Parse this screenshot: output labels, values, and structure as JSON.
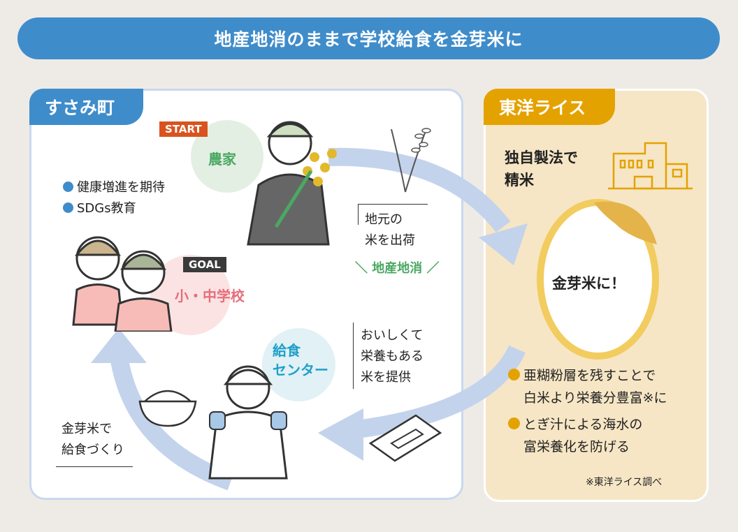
{
  "title": "地産地消のままで学校給食を金芽米に",
  "left_panel": {
    "tag": "すさみ町",
    "farmer": {
      "flag": "START",
      "label": "農家"
    },
    "school": {
      "flag": "GOAL",
      "label": "小・中学校"
    },
    "benefits": [
      "健康増進を期待",
      "SDGs教育"
    ],
    "ship_note": [
      "地元の",
      "米を出荷"
    ],
    "local_label": "地産地消",
    "center": {
      "label_lines": [
        "給食",
        "センター"
      ]
    },
    "supply_note": [
      "おいしくて",
      "栄養もある",
      "米を提供"
    ],
    "cooking_note": [
      "金芽米で",
      "給食づくり"
    ]
  },
  "right_panel": {
    "tag": "東洋ライス",
    "method": [
      "独自製法で",
      "精米"
    ],
    "grain_label": "金芽米に！",
    "points": [
      {
        "lines": [
          "亜糊粉層を残すことで",
          "白米より栄養分豊富※に"
        ]
      },
      {
        "lines": [
          "とぎ汁による海水の",
          "富栄養化を防げる"
        ]
      }
    ],
    "footnote": "※東洋ライス調べ"
  },
  "colors": {
    "blue": "#3f8cca",
    "orange": "#e4a200",
    "green": "#4aa862",
    "pink": "#e66e7a",
    "cyan": "#1fa0c8",
    "start": "#d9531e",
    "arrow": "#c3d3ec"
  }
}
